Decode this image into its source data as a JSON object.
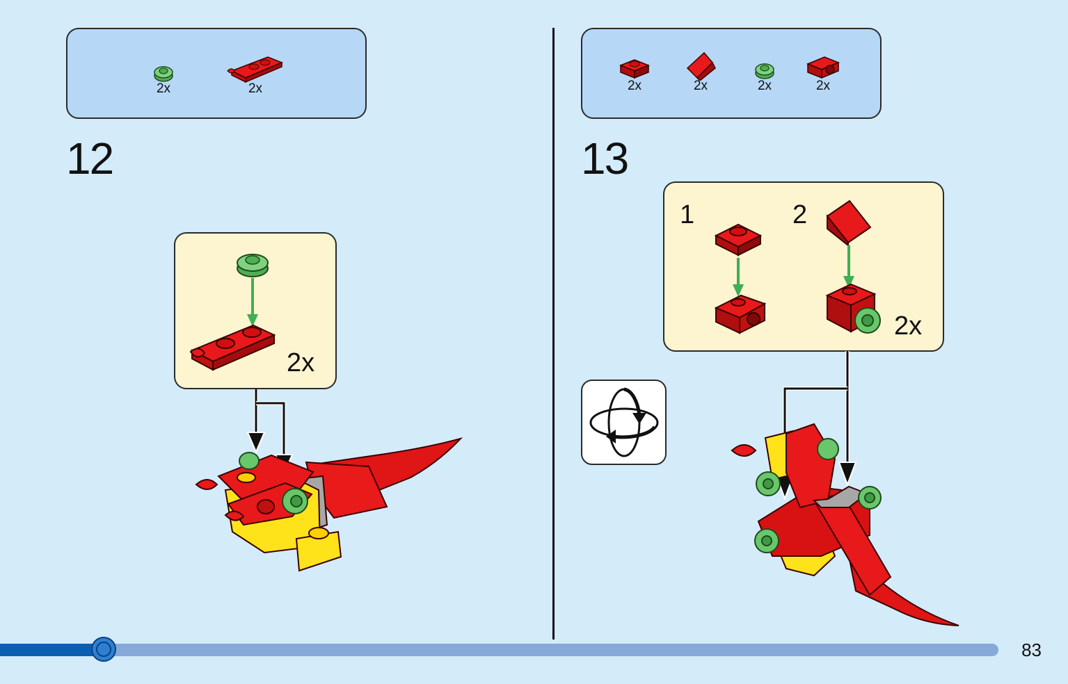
{
  "page": {
    "number": "83",
    "progress": 0.104
  },
  "colors": {
    "red": "#d80f0f",
    "green": "#69c66a",
    "yellow": "#ffe31a",
    "arrow_green": "#3fae54"
  },
  "step12": {
    "number": "12",
    "parts": [
      {
        "icon": "green-round-plate-icon",
        "count": "2x"
      },
      {
        "icon": "red-plate-with-clip-icon",
        "count": "2x"
      }
    ],
    "callout": {
      "count": "2x"
    }
  },
  "step13": {
    "number": "13",
    "parts": [
      {
        "icon": "red-plate-1x1-icon",
        "count": "2x"
      },
      {
        "icon": "red-slope-icon",
        "count": "2x"
      },
      {
        "icon": "green-round-plate-icon",
        "count": "2x"
      },
      {
        "icon": "red-bracket-icon",
        "count": "2x"
      }
    ],
    "callout": {
      "sub1": "1",
      "sub2": "2",
      "count": "2x"
    },
    "rotate": {
      "icon": "rotate-model-icon"
    }
  }
}
